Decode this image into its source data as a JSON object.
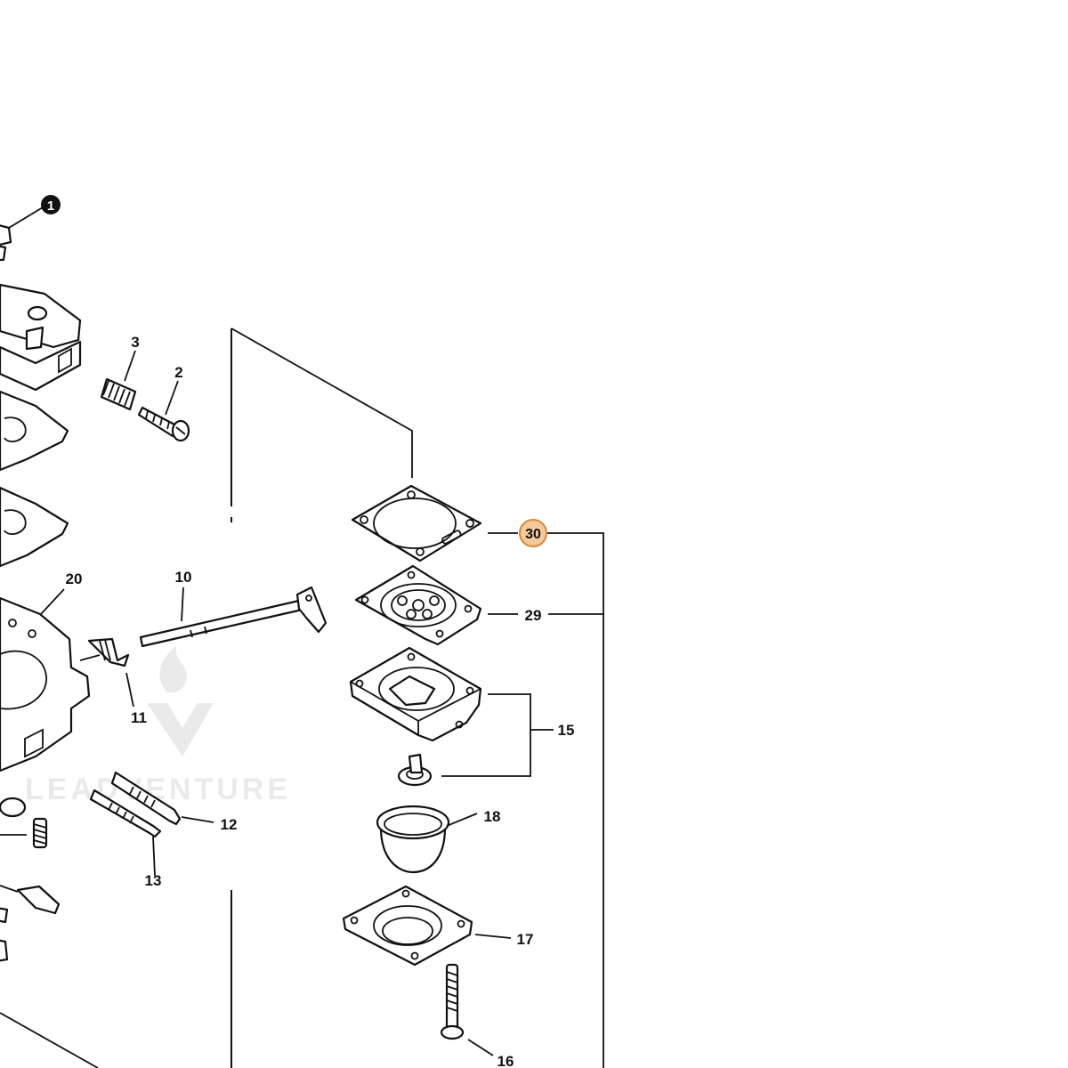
{
  "diagram": {
    "callouts": [
      {
        "id": "c1",
        "text": "1",
        "style": "filled-circle"
      },
      {
        "id": "c2",
        "text": "2"
      },
      {
        "id": "c3",
        "text": "3"
      },
      {
        "id": "c10",
        "text": "10"
      },
      {
        "id": "c11",
        "text": "11"
      },
      {
        "id": "c12",
        "text": "12"
      },
      {
        "id": "c13",
        "text": "13"
      },
      {
        "id": "c15",
        "text": "15"
      },
      {
        "id": "c16",
        "text": "16"
      },
      {
        "id": "c17",
        "text": "17"
      },
      {
        "id": "c18",
        "text": "18"
      },
      {
        "id": "c20",
        "text": "20"
      },
      {
        "id": "c29",
        "text": "29"
      },
      {
        "id": "c30",
        "text": "30",
        "style": "highlighted"
      }
    ],
    "watermark": {
      "text": "LEADVENTURE"
    },
    "colors": {
      "line": "#111111",
      "background": "#ffffff",
      "highlight_fill": "#f5c99a",
      "highlight_stroke": "#d98a3a",
      "watermark": "#d9d9d9"
    }
  }
}
